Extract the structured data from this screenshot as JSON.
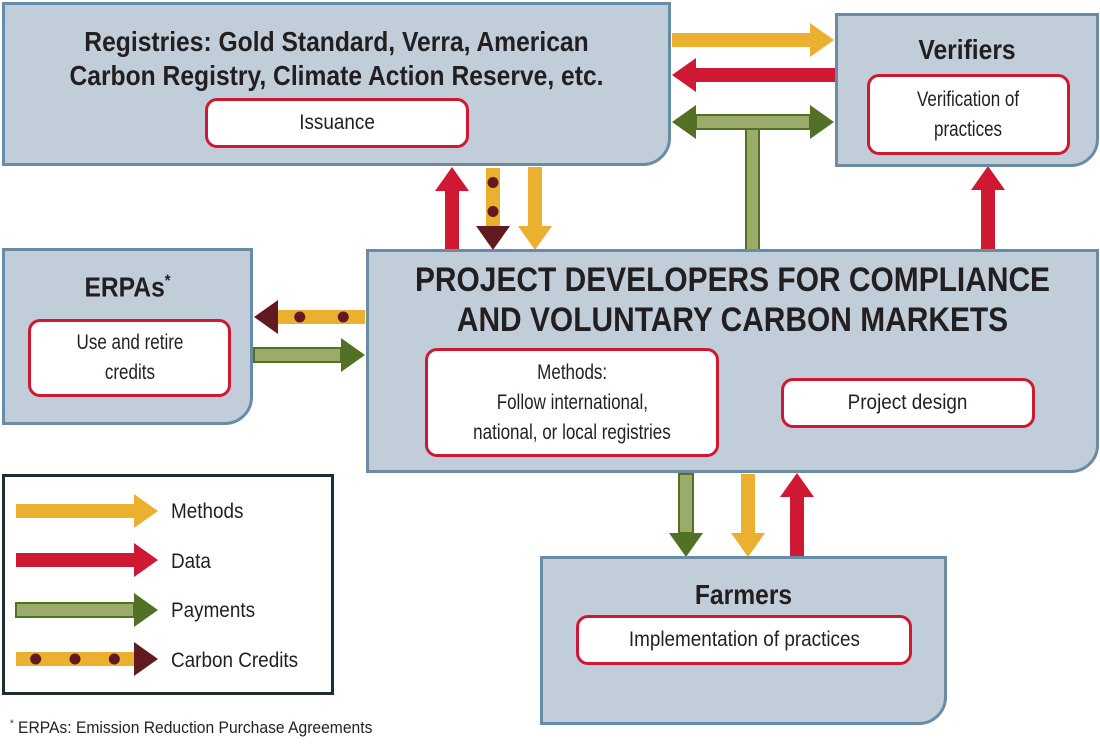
{
  "colors": {
    "methods": "#ebb030",
    "data": "#cf1932",
    "payments_fill": "#9aab6c",
    "payments_head": "#537124",
    "credits": "#621a21",
    "box_fill": "#c1cdd9",
    "box_border": "#6a8ba5"
  },
  "registries": {
    "title_line1": "Registries: Gold Standard, Verra, American",
    "title_line2": "Carbon Registry, Climate Action Reserve, etc.",
    "inner": "Issuance"
  },
  "verifiers": {
    "title": "Verifiers",
    "inner_line1": "Verification of",
    "inner_line2": "practices"
  },
  "erpas": {
    "title": "ERPAs",
    "asterisk": "*",
    "inner_line1": "Use and retire",
    "inner_line2": "credits"
  },
  "developers": {
    "title_line1": "PROJECT DEVELOPERS FOR COMPLIANCE",
    "title_line2": "AND VOLUNTARY CARBON MARKETS",
    "methods_line1": "Methods:",
    "methods_line2": "Follow international,",
    "methods_line3": "national, or local registries",
    "design": "Project design"
  },
  "farmers": {
    "title": "Farmers",
    "inner": "Implementation of practices"
  },
  "legend": [
    {
      "label": "Methods",
      "type": "methods"
    },
    {
      "label": "Data",
      "type": "data"
    },
    {
      "label": "Payments",
      "type": "payments"
    },
    {
      "label": "Carbon Credits",
      "type": "credits"
    }
  ],
  "footnote": {
    "asterisk": "*",
    "text": "ERPAs: Emission Reduction Purchase Agreements"
  }
}
